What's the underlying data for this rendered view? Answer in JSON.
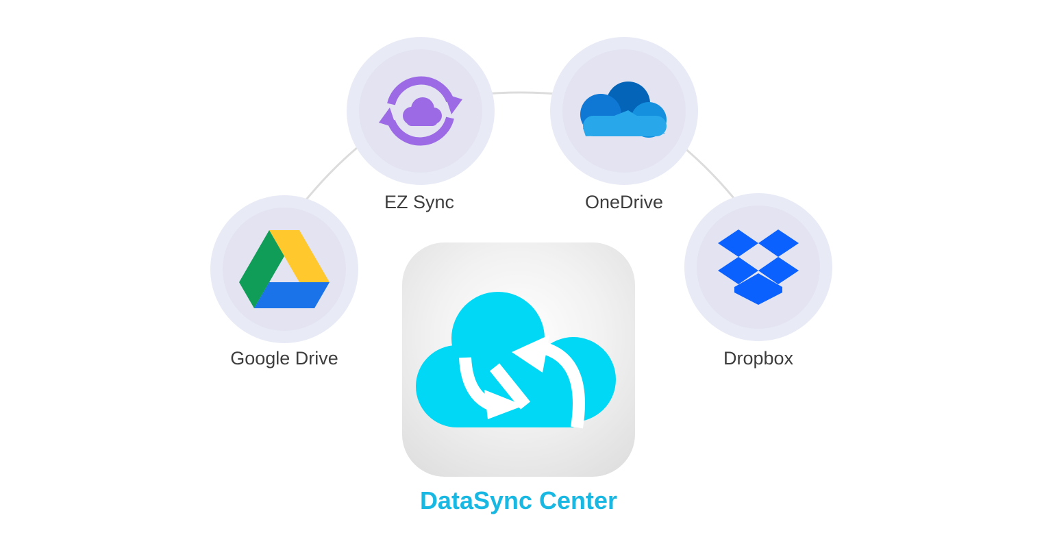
{
  "center": {
    "label": "DataSync Center",
    "icon": "cloud-sync-icon",
    "accent_color": "#18b8e3",
    "cloud_color": "#00d8f5"
  },
  "services": [
    {
      "label": "Google Drive",
      "icon": "google-drive-icon"
    },
    {
      "label": "EZ Sync",
      "icon": "ez-sync-icon",
      "color": "#9b6ae4"
    },
    {
      "label": "OneDrive",
      "icon": "onedrive-icon",
      "color": "#0f78d4"
    },
    {
      "label": "Dropbox",
      "icon": "dropbox-icon",
      "color": "#0a61fe"
    }
  ]
}
